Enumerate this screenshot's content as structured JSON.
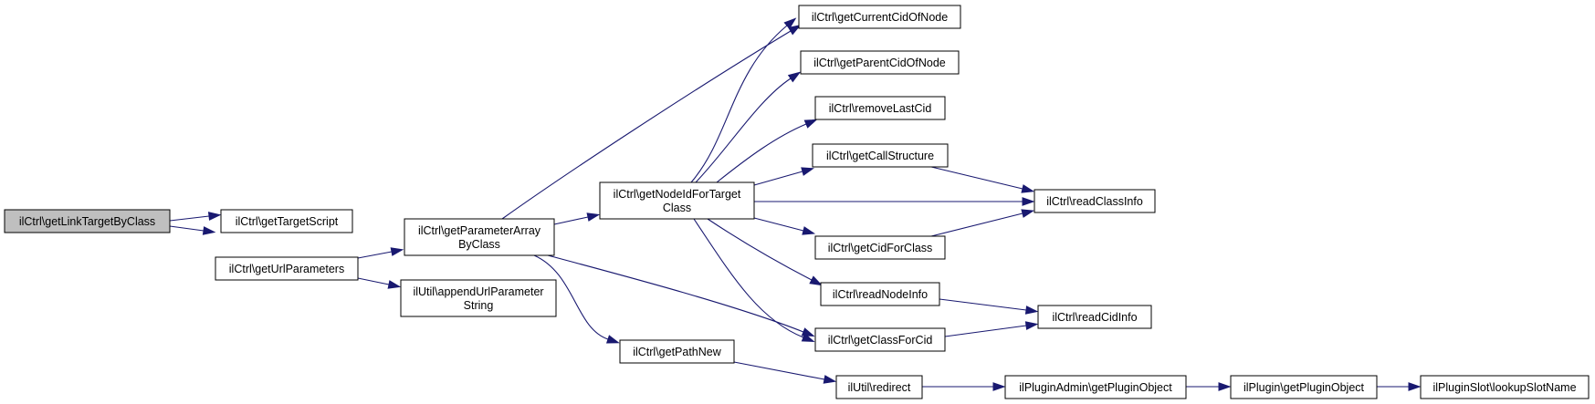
{
  "colors": {
    "edge": "#191970",
    "root_fill": "#bfbfbf",
    "node_fill": "#ffffff",
    "node_border": "#000000"
  },
  "nodes": [
    {
      "id": "getLinkTargetByClass",
      "lines": [
        "ilCtrl\\getLinkTargetByClass"
      ],
      "root": true
    },
    {
      "id": "getTargetScript",
      "lines": [
        "ilCtrl\\getTargetScript"
      ]
    },
    {
      "id": "getUrlParameters",
      "lines": [
        "ilCtrl\\getUrlParameters"
      ]
    },
    {
      "id": "getParameterArrayByClass",
      "lines": [
        "ilCtrl\\getParameterArray",
        "ByClass"
      ]
    },
    {
      "id": "appendUrlParameterString",
      "lines": [
        "ilUtil\\appendUrlParameter",
        "String"
      ]
    },
    {
      "id": "getNodeIdForTargetClass",
      "lines": [
        "ilCtrl\\getNodeIdForTarget",
        "Class"
      ]
    },
    {
      "id": "getPathNew",
      "lines": [
        "ilCtrl\\getPathNew"
      ]
    },
    {
      "id": "getCurrentCidOfNode",
      "lines": [
        "ilCtrl\\getCurrentCidOfNode"
      ]
    },
    {
      "id": "getParentCidOfNode",
      "lines": [
        "ilCtrl\\getParentCidOfNode"
      ]
    },
    {
      "id": "removeLastCid",
      "lines": [
        "ilCtrl\\removeLastCid"
      ]
    },
    {
      "id": "getCallStructure",
      "lines": [
        "ilCtrl\\getCallStructure"
      ]
    },
    {
      "id": "getCidForClass",
      "lines": [
        "ilCtrl\\getCidForClass"
      ]
    },
    {
      "id": "readNodeInfo",
      "lines": [
        "ilCtrl\\readNodeInfo"
      ]
    },
    {
      "id": "getClassForCid",
      "lines": [
        "ilCtrl\\getClassForCid"
      ]
    },
    {
      "id": "redirect",
      "lines": [
        "ilUtil\\redirect"
      ]
    },
    {
      "id": "readClassInfo",
      "lines": [
        "ilCtrl\\readClassInfo"
      ]
    },
    {
      "id": "readCidInfo",
      "lines": [
        "ilCtrl\\readCidInfo"
      ]
    },
    {
      "id": "adminGetPluginObject",
      "lines": [
        "ilPluginAdmin\\getPluginObject"
      ]
    },
    {
      "id": "pluginGetPluginObject",
      "lines": [
        "ilPlugin\\getPluginObject"
      ]
    },
    {
      "id": "lookupSlotName",
      "lines": [
        "ilPluginSlot\\lookupSlotName"
      ]
    }
  ],
  "edges": [
    {
      "from": "getLinkTargetByClass",
      "to": "getTargetScript"
    },
    {
      "from": "getLinkTargetByClass",
      "to": "getUrlParameters"
    },
    {
      "from": "getUrlParameters",
      "to": "getParameterArrayByClass"
    },
    {
      "from": "getUrlParameters",
      "to": "appendUrlParameterString"
    },
    {
      "from": "getParameterArrayByClass",
      "to": "getCurrentCidOfNode"
    },
    {
      "from": "getParameterArrayByClass",
      "to": "getNodeIdForTargetClass"
    },
    {
      "from": "getParameterArrayByClass",
      "to": "getClassForCid"
    },
    {
      "from": "getParameterArrayByClass",
      "to": "getPathNew"
    },
    {
      "from": "getNodeIdForTargetClass",
      "to": "getCurrentCidOfNode"
    },
    {
      "from": "getNodeIdForTargetClass",
      "to": "getParentCidOfNode"
    },
    {
      "from": "getNodeIdForTargetClass",
      "to": "removeLastCid"
    },
    {
      "from": "getNodeIdForTargetClass",
      "to": "getCallStructure"
    },
    {
      "from": "getNodeIdForTargetClass",
      "to": "readClassInfo"
    },
    {
      "from": "getNodeIdForTargetClass",
      "to": "getCidForClass"
    },
    {
      "from": "getNodeIdForTargetClass",
      "to": "readNodeInfo"
    },
    {
      "from": "getNodeIdForTargetClass",
      "to": "getClassForCid"
    },
    {
      "from": "getCallStructure",
      "to": "readClassInfo"
    },
    {
      "from": "getCidForClass",
      "to": "readClassInfo"
    },
    {
      "from": "readNodeInfo",
      "to": "readCidInfo"
    },
    {
      "from": "getClassForCid",
      "to": "readCidInfo"
    },
    {
      "from": "getPathNew",
      "to": "redirect"
    },
    {
      "from": "redirect",
      "to": "adminGetPluginObject"
    },
    {
      "from": "adminGetPluginObject",
      "to": "pluginGetPluginObject"
    },
    {
      "from": "pluginGetPluginObject",
      "to": "lookupSlotName"
    }
  ]
}
